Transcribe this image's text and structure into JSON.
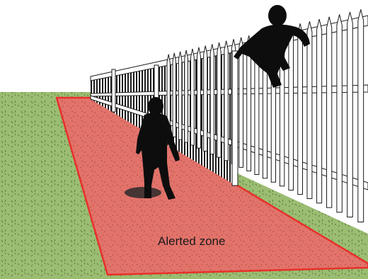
{
  "scene": {
    "zone_label": "Alerted zone",
    "colors": {
      "background": "#ffffff",
      "grass": "#9bbd72",
      "zone_fill": "#e2736b",
      "zone_outline": "#e8302a",
      "fence": "#1a1a1a",
      "silhouette": "#0d0d0d"
    },
    "figures": [
      "intruder-climbing-fence",
      "person-walking-in-zone"
    ]
  }
}
